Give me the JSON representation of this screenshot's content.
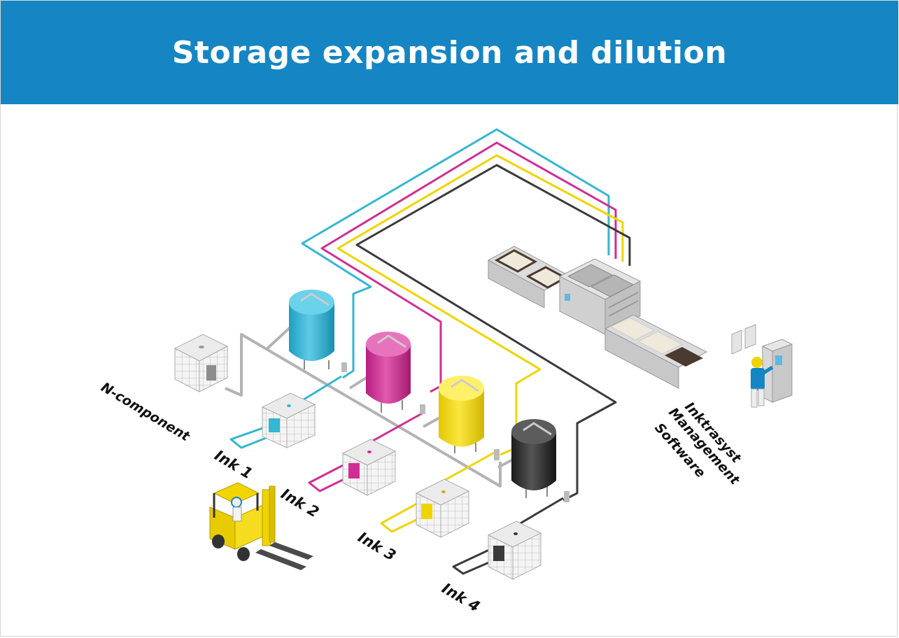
{
  "title": "Storage expansion and dilution",
  "labels": {
    "n_component": "N-component",
    "ink1": "Ink 1",
    "ink2": "Ink 2",
    "ink3": "Ink 3",
    "ink4": "Ink 4",
    "software_line1": "Inktrasyst",
    "software_line2": "Management",
    "software_line3": "Software"
  },
  "colors": {
    "header": "#1585c3",
    "cyan": "#35b6d2",
    "magenta": "#cf2f94",
    "yellow": "#f0d400",
    "black": "#3a3a3a",
    "grey_pipe": "#b3b3b3"
  }
}
